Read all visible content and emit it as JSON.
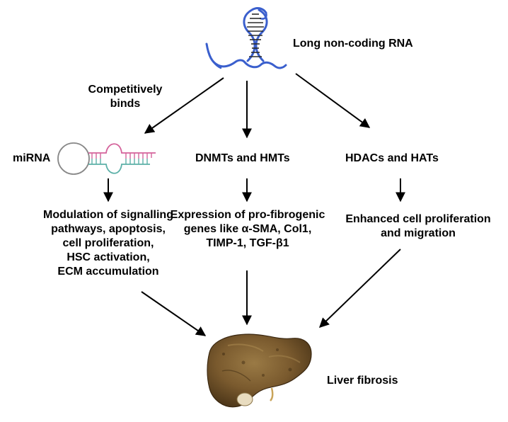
{
  "nodes": {
    "lncrna": {
      "label": "Long non-coding RNA"
    },
    "competitively_binds": {
      "lines": [
        "Competitively",
        "binds"
      ]
    },
    "mirna": {
      "label": "miRNA"
    },
    "dnmts": {
      "label": "DNMTs and HMTs"
    },
    "hdacs": {
      "label": "HDACs and HATs"
    },
    "modulation": {
      "lines": [
        "Modulation of signalling",
        "pathways, apoptosis,",
        "cell proliferation,",
        "HSC activation,",
        "ECM accumulation"
      ]
    },
    "expression": {
      "lines": [
        "Expression of pro-fibrogenic",
        "genes like α-SMA, Col1,",
        "TIMP-1, TGF-β1"
      ]
    },
    "enhanced": {
      "lines": [
        "Enhanced cell proliferation",
        "and migration"
      ]
    },
    "liver": {
      "label": "Liver fibrosis"
    }
  },
  "colors": {
    "rna_strand": "#3a5fcd",
    "helix_rungs": "#2b2b2b",
    "mirna_pink": "#d4639b",
    "mirna_teal": "#5cb0a8",
    "mirna_loop": "#888888",
    "arrow": "#000000",
    "liver_base": "#7a5a2e",
    "liver_dark": "#4b3518"
  }
}
